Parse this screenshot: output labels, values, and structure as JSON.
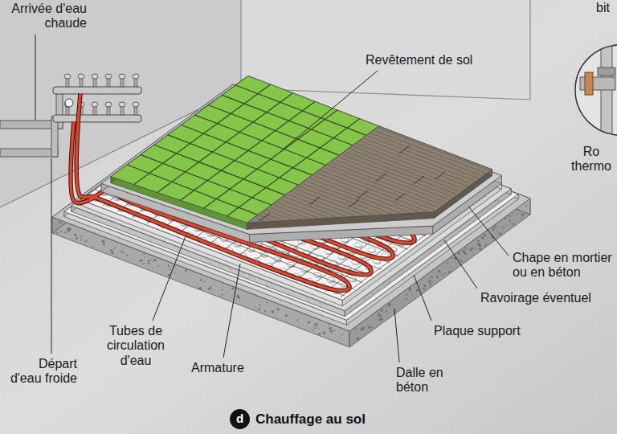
{
  "diagram": {
    "caption": "Chauffage au sol",
    "nodes": [
      {
        "text": [
          "d"
        ]
      }
    ],
    "labels": [
      "bit",
      "Arrivée d'eau chaude",
      "Revêtement de sol",
      "Ro thermo",
      "Chape en mortier ou en béton",
      "Ravoirage éventuel",
      "Plaque support",
      "Tubes de circulation d'eau",
      "Armature",
      "Départ d'eau froide",
      "Dalle en béton"
    ]
  }
}
